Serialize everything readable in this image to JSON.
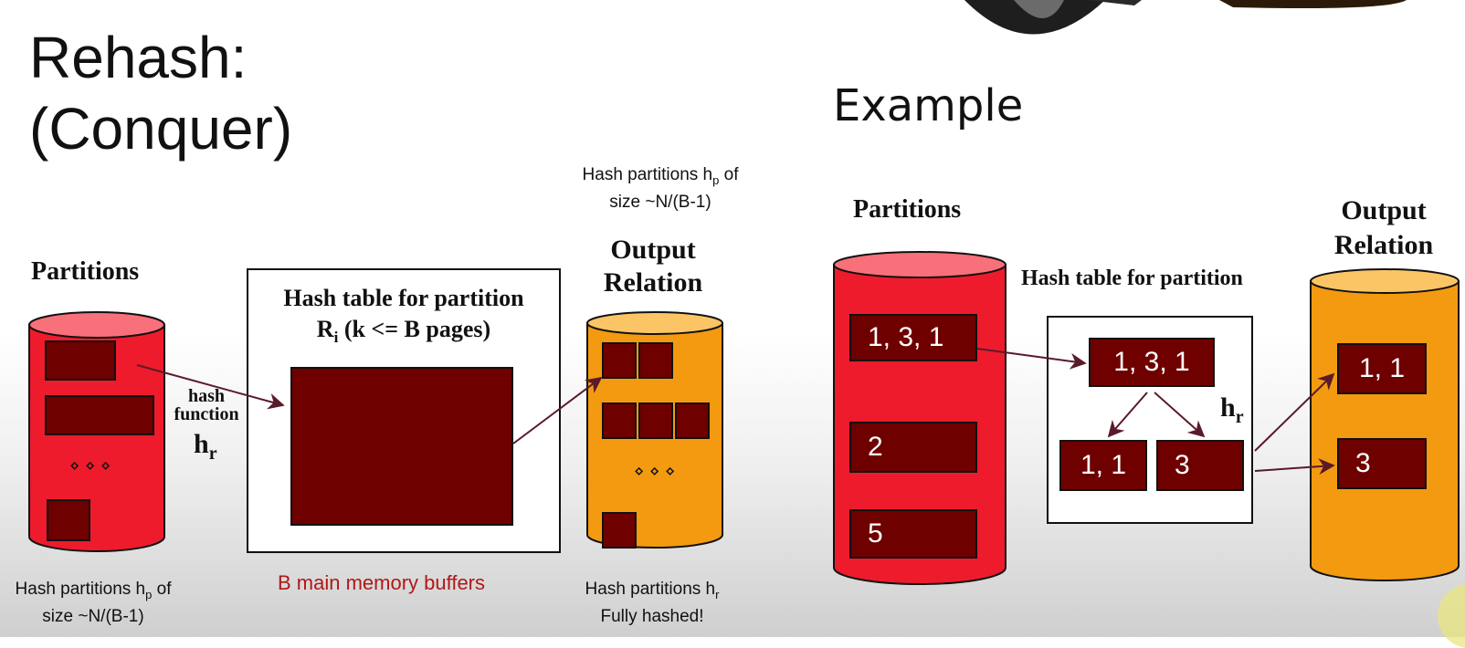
{
  "slide": {
    "title_line1": "Rehash:",
    "title_line2": "(Conquer)"
  },
  "left_diagram": {
    "partitions_label": "Partitions",
    "hash_function_line1": "hash",
    "hash_function_line2": "function",
    "hash_symbol": "h",
    "hash_symbol_sub": "r",
    "hash_table_line1": "Hash table for partition",
    "hash_table_line2_prefix": "R",
    "hash_table_line2_sub": "i",
    "hash_table_line2_suffix": " (k <= B  pages)",
    "output_line1": "Output",
    "output_line2": "Relation",
    "ellipsis": "⋄ ⋄ ⋄",
    "top_caption_line1_prefix": "Hash partitions h",
    "top_caption_line1_sub": "p",
    "top_caption_line1_suffix": " of",
    "top_caption_line2": "size ~N/(B-1)",
    "bottom_left_line1_prefix": "Hash partitions h",
    "bottom_left_line1_sub": "p",
    "bottom_left_line1_suffix": " of",
    "bottom_left_line2": "size ~N/(B-1)",
    "buffers_caption": "B main memory buffers",
    "bottom_right_line1_prefix": "Hash partitions h",
    "bottom_right_line1_sub": "r",
    "bottom_right_line2": "Fully hashed!"
  },
  "example": {
    "title": "Example",
    "partitions_label": "Partitions",
    "partition_values": [
      "1, 3, 1",
      "2",
      "5"
    ],
    "hash_table_label": "Hash table for partition",
    "hash_root": "1, 3, 1",
    "hash_children": [
      "1, 1",
      "3"
    ],
    "hash_symbol": "h",
    "hash_symbol_sub": "r",
    "output_line1": "Output",
    "output_line2": "Relation",
    "output_values": [
      "1, 1",
      "3"
    ]
  },
  "colors": {
    "red_cylinder": "#ee1b2c",
    "red_top": "#f7707a",
    "orange_cylinder": "#f39a10",
    "orange_top": "#fbc566",
    "dark_block": "#6e0000",
    "arrow": "#5a1a2a",
    "buffers_text": "#b01818"
  }
}
